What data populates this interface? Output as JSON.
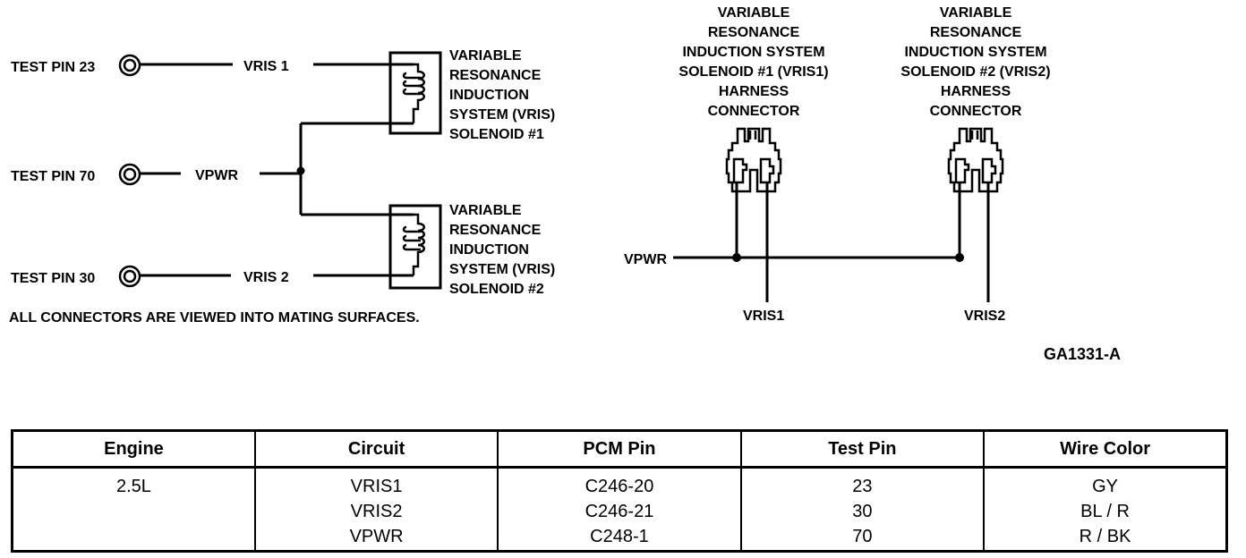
{
  "diagram": {
    "test_pins": [
      {
        "label": "TEST PIN 23",
        "circuit": "VRIS 1"
      },
      {
        "label": "TEST PIN 70",
        "circuit": "VPWR"
      },
      {
        "label": "TEST PIN 30",
        "circuit": "VRIS 2"
      }
    ],
    "solenoids": [
      {
        "lines": [
          "VARIABLE",
          "RESONANCE",
          "INDUCTION",
          "SYSTEM (VRIS)",
          "SOLENOID #1"
        ]
      },
      {
        "lines": [
          "VARIABLE",
          "RESONANCE",
          "INDUCTION",
          "SYSTEM (VRIS)",
          "SOLENOID #2"
        ]
      }
    ],
    "note": "ALL CONNECTORS ARE VIEWED INTO MATING SURFACES.",
    "connectors": [
      {
        "lines": [
          "VARIABLE",
          "RESONANCE",
          "INDUCTION SYSTEM",
          "SOLENOID #1 (VRIS1)",
          "HARNESS",
          "CONNECTOR"
        ],
        "wire_label": "VRIS1"
      },
      {
        "lines": [
          "VARIABLE",
          "RESONANCE",
          "INDUCTION SYSTEM",
          "SOLENOID #2 (VRIS2)",
          "HARNESS",
          "CONNECTOR"
        ],
        "wire_label": "VRIS2"
      }
    ],
    "power_label": "VPWR",
    "figure_id": "GA1331-A"
  },
  "table": {
    "headers": [
      "Engine",
      "Circuit",
      "PCM Pin",
      "Test Pin",
      "Wire Color"
    ],
    "engine": "2.5L",
    "rows": [
      {
        "circuit": "VRIS1",
        "pcm_pin": "C246-20",
        "test_pin": "23",
        "wire_color": "GY"
      },
      {
        "circuit": "VRIS2",
        "pcm_pin": "C246-21",
        "test_pin": "30",
        "wire_color": "BL / R"
      },
      {
        "circuit": "VPWR",
        "pcm_pin": "C248-1",
        "test_pin": "70",
        "wire_color": "R / BK"
      }
    ]
  }
}
